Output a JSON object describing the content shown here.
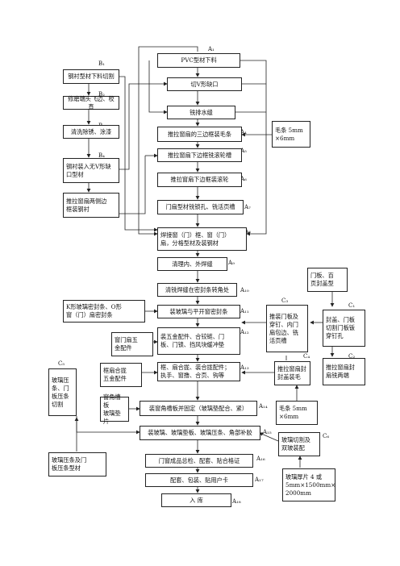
{
  "labels": {
    "A1": "A₁",
    "A2": "A₂",
    "A3": "A₃",
    "A4": "A₄",
    "A5": "A₅",
    "A6": "A₆",
    "A7": "A₇",
    "A8": "A₈",
    "A9": "A₉",
    "A10": "A₁₀",
    "A11": "A₁₁",
    "A12": "A₁₂",
    "A13": "A₁₃",
    "A14": "A₁₄",
    "A15": "A₁₅",
    "A16": "A₁₆",
    "A17": "A₁₇",
    "A18": "A₁₈",
    "B1": "B₁",
    "B2": "B₂",
    "B3": "B₃",
    "B4": "B₄",
    "B5": "B₅",
    "C1": "C₁",
    "C2": "C₂",
    "C3": "C₃",
    "C4": "C₄",
    "C5": "C₅",
    "C6": "C₆"
  },
  "main": {
    "pvc_cut": "PVC型材下料",
    "v_notch": "切V形缺口",
    "drain": "铣排水缝",
    "sash_seal": "推拉窗扇的三边框装毛条",
    "lower_groove": "推拉窗扇下边框铣滚轮槽",
    "wheel": "推拉窗扇下边框装滚轮",
    "lock_hole": "门扇型材铣锁孔、铣活页槽",
    "weld": "焊接窗（门）框、窗（门）\n扇，分格型材及装钢材",
    "clean_weld": "清理内、外焊缝",
    "corner_seal": "清铣焊缝在密封条转角处",
    "glass_seal": "装玻璃与平开窗密封条",
    "hardware": "装五金配件、合铰链、门\n板、门锁、挡风块缓冲垫",
    "frame_assembly": "框、扇合拢、装合拢配件；\n执手、窗撸、合页、钩等",
    "corner_plate": "装窗角槽板并固定（玻璃垫配合、紧）",
    "glass_install": "装玻璃、玻璃垫板、玻璃压条、角部补胶",
    "inspect": "门窗成品总检、配套、贴合格证",
    "pack": "配套、包装、贴用户卡",
    "store": "入     库"
  },
  "left": {
    "b1": "钢衬型材下料切割",
    "b2": "修磨端头飞边、校直",
    "b3": "清洗除锈、涂漆",
    "b4": "钢衬装入无V形缺\n口型材",
    "b5": "推拉窗扇两侧边\n框装钢衬",
    "k_seal": "K形玻璃密封条、O形\n窗（门）扇密封条",
    "window_hw": "窗门扇五\n金配件",
    "sash_hw": "框扇合拢\n五金配件",
    "corner_pad": "窗角槽板\n玻璃垫片",
    "glass_strip": "玻璃压\n条、门\n板压条\n切割",
    "strip_material": "玻璃压条及门\n板压条型材"
  },
  "right": {
    "seal_spec": "毛条 5mm\n×6mm",
    "door_panel": "门板、百\n页封盖型",
    "cap_cut": "封盖、门板\n切割门板钣\n穿钉孔",
    "cap_sash": "推拉窗扇封\n封盖装毛",
    "sash_cap": "推拉窗扇封\n扇铣两端",
    "door_hinge": "推装门板及\n穿钉、内门\n扇包边、铣\n活页槽",
    "seal_spec2": "毛条 5mm\n×6mm",
    "glass_cut": "玻璃切割及\n双玻装配",
    "glass_spec": "玻璃厚片 4 或\n5mm×1500mm×\n2000mm"
  }
}
